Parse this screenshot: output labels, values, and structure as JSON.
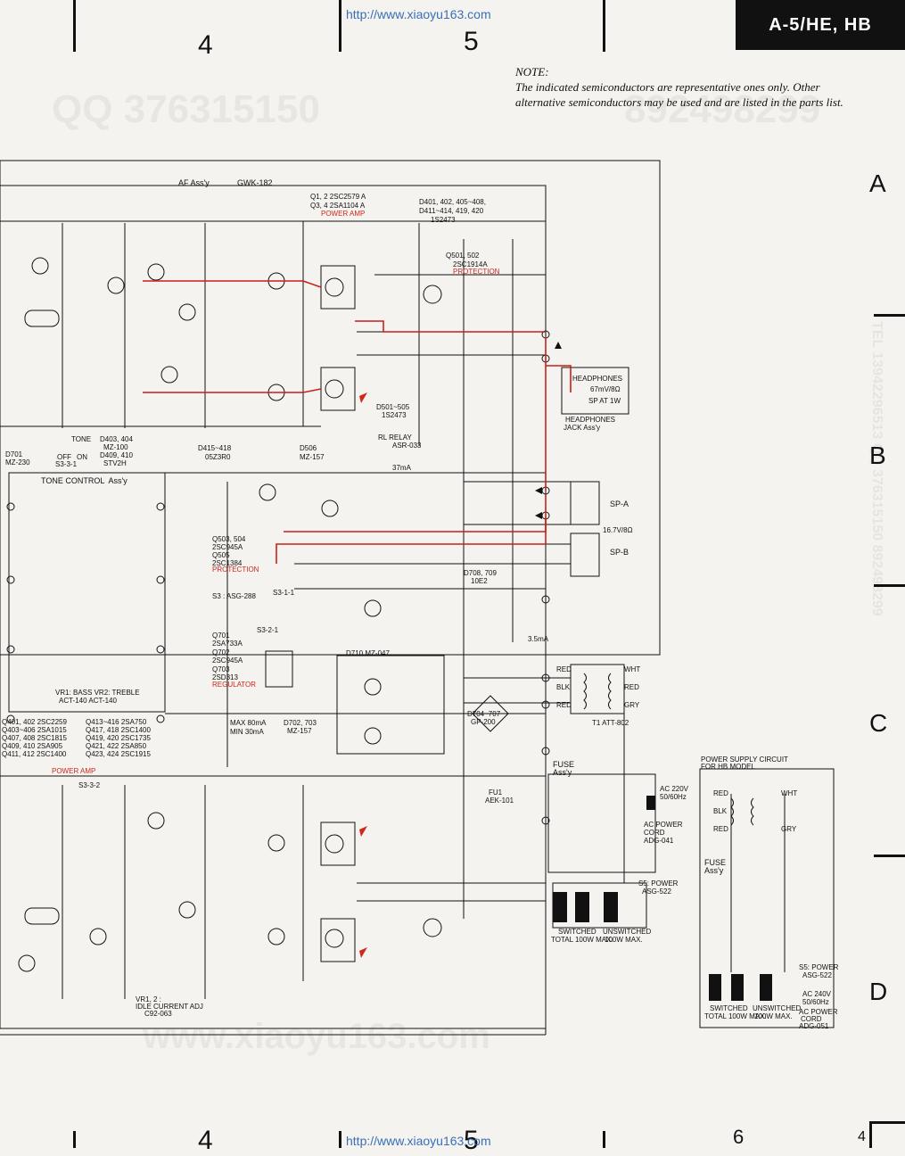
{
  "header": {
    "url_top": "http://www.xiaoyu163.com",
    "url_bottom": "http://www.xiaoyu163.com",
    "model_tag": "A-5/HE, HB",
    "col_top": [
      "4",
      "5"
    ],
    "col_bottom": [
      "4",
      "5",
      "6"
    ],
    "page_number": "4"
  },
  "note": {
    "title": "NOTE:",
    "body": "The indicated semiconductors are representative ones only. Other alternative semiconductors may be used and are listed in the parts list."
  },
  "rows": [
    "A",
    "B",
    "C",
    "D"
  ],
  "watermarks": {
    "qq": "QQ 376315150",
    "qq2": "892498299",
    "site": "www.xiaoyu163.com",
    "tel": "TEL 13942296513  QQ 376315150  892498299"
  },
  "labels": {
    "af_assy": "AF Ass'y",
    "af_code": "GWK-182",
    "q12": "Q1, 2   2SC2579 A",
    "q34": "Q3, 4   2SA1104 A",
    "power_amp": "POWER AMP",
    "d_list1": "D401, 402, 405~408,",
    "d_list2": "D411~414, 419, 420",
    "d_list_type": "1S2473",
    "q501": "Q501, 502",
    "q501_type": "2SC1914A",
    "protection": "PROTECTION",
    "headphones": "HEADPHONES",
    "headphones_jack": "HEADPHONES",
    "jack_assy": "JACK  Ass'y",
    "hp_spec": "67mV/8Ω",
    "hp_spec2": "SP AT 1W",
    "tone_control": "TONE CONTROL  Ass'y",
    "tone": "TONE",
    "off": "OFF",
    "on": "ON",
    "s3_3_1": "S3-3-1",
    "d701": "D701",
    "d701_type": "MZ-230",
    "d403": "D403, 404",
    "d403_type": "MZ-100",
    "d409": "D409, 410",
    "d409_type": "STV2H",
    "d415": "D415~418",
    "d415_type": "05Z3R0",
    "d506": "D506",
    "d506_type": "MZ-157",
    "rl_relay": "RL  RELAY",
    "rl_code": "ASR-033",
    "d501": "D501~505",
    "d501_type": "1S2473",
    "q503": "Q503, 504",
    "q503_type": "2SC945A",
    "q505": "Q505",
    "q505_type": "2SC1384",
    "protection2": "PROTECTION",
    "sp_a": "SP-A",
    "sp_b": "SP-B",
    "sp_level": "16.7V/8Ω",
    "s3_asg": "S3 : ASG-288",
    "d708": "D708, 709",
    "d708_type": "10E2",
    "q701": "Q701",
    "q701_type": "2SA733A",
    "q702": "Q702",
    "q702_type": "2SC945A",
    "q703": "Q703",
    "q703_type": "2SD313",
    "regulator": "REGULATOR",
    "d710": "D710  MZ-047",
    "max_min": "MAX  80mA",
    "min": "MIN  30mA",
    "d702": "D702, 703",
    "d702_type": "MZ-157",
    "d704": "D704~707",
    "d704_type": "GP-200",
    "t1": "T1  ATT-802",
    "red": "RED",
    "blk": "BLK",
    "wht": "WHT",
    "gry": "GRY",
    "fuse_assy": "FUSE",
    "fuse_assy2": "Ass'y",
    "fu1": "FU1",
    "fu1_code": "AEK-101",
    "ac_220": "AC 220V",
    "ac_220b": "50/60Hz",
    "ac_cord": "AC POWER",
    "ac_cord2": "CORD",
    "ac_cord3": "ADG-041",
    "s5_power": "S5: POWER",
    "s5_code": "ASG-522",
    "switched": "SWITCHED",
    "switched2": "TOTAL 100W MAX.",
    "unswitched": "UNSWITCHED",
    "unswitched2": "100W MAX.",
    "psc_title": "POWER SUPPLY CIRCUIT",
    "psc_title2": "FOR HB MODEL",
    "ac_240": "AC 240V",
    "ac_240b": "50/60Hz",
    "ac_cord_hb": "ADG-051",
    "tr_list": [
      "Q401, 402   2SC2259",
      "Q403~406   2SA1015",
      "Q407, 408   2SC1815",
      "Q409, 410   2SA905",
      "Q411, 412   2SC1400"
    ],
    "tr_list2": [
      "Q413~416   2SA750",
      "Q417, 418   2SC1400",
      "Q419, 420   2SC1735",
      "Q421, 422   2SA850",
      "Q423, 424   2SC1915"
    ],
    "vr1_2": "VR1, 2 :",
    "vr1_2b": "IDLE CURRENT ADJ",
    "vr1_2c": "C92-063",
    "power_amp2": "POWER AMP",
    "s3_3_2": "S3-3-2",
    "vr_bass": "VR1: BASS   VR2: TREBLE",
    "vr_bass2": "ACT-140     ACT-140",
    "s3_2_1": "S3-2-1",
    "s3_1_1": "S3-1-1",
    "current_35": "3.5mA",
    "current_37": "37mA"
  },
  "colors": {
    "ink": "#111111",
    "red_trace": "#c8201a",
    "paper": "#f4f3ef",
    "link": "#3a6fb8"
  }
}
